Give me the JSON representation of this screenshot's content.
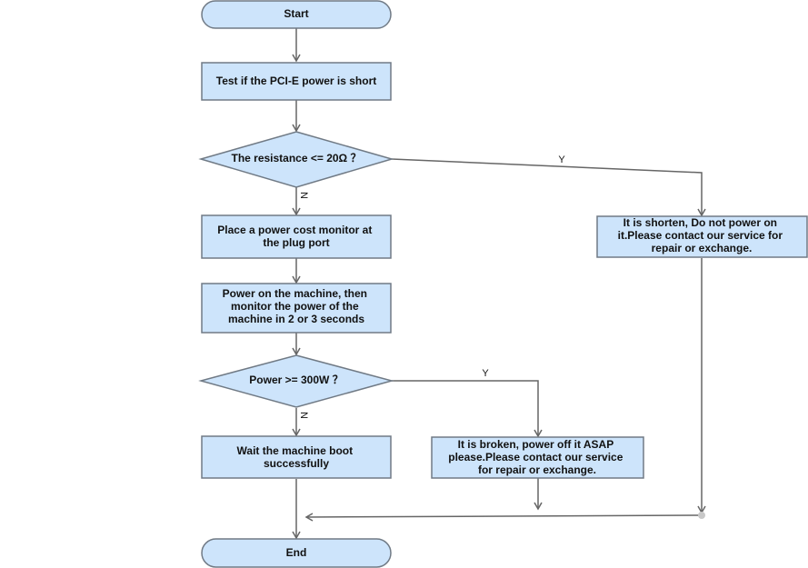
{
  "flowchart": {
    "nodes": {
      "start": {
        "lines": [
          "Start"
        ]
      },
      "test_short": {
        "lines": [
          "Test if the PCI-E power is short"
        ]
      },
      "resistance_check": {
        "lines": [
          "The resistance <= 20Ω ？"
        ]
      },
      "shorten_msg": {
        "lines": [
          "It is shorten, Do not power on",
          "it.Please contact our service for",
          "repair or exchange."
        ]
      },
      "place_monitor": {
        "lines": [
          "Place a power cost monitor at",
          "the plug port"
        ]
      },
      "power_on": {
        "lines": [
          "Power on the machine, then",
          "monitor the power of the",
          "machine in 2 or 3 seconds"
        ]
      },
      "power_check": {
        "lines": [
          "Power  >= 300W ？"
        ]
      },
      "broken_msg": {
        "lines": [
          "It is broken, power off it ASAP",
          "please.Please contact our service",
          "for repair or exchange."
        ]
      },
      "wait_boot": {
        "lines": [
          "Wait the machine boot",
          "successfully"
        ]
      },
      "end": {
        "lines": [
          "End"
        ]
      }
    },
    "edge_labels": {
      "resistance_yes": "Y",
      "resistance_no": "N",
      "power_yes": "Y",
      "power_no": "N"
    }
  }
}
